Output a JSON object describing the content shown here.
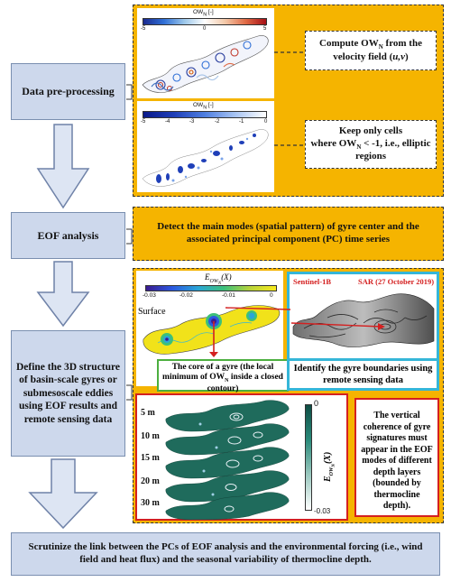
{
  "steps": {
    "preprocessing": "Data pre-processing",
    "eof": "EOF analysis",
    "structure": "Define the 3D structure of basin-scale gyres or submesoscale eddies using EOF results and remote sensing data",
    "scrutinize": "Scrutinize the link between the PCs of EOF analysis and the environmental forcing (i.e., wind field and heat flux) and the seasonal variability of thermocline depth."
  },
  "notes": {
    "compute_ow": "Compute OW_N from the velocity field (u,v)",
    "compute_ow_main": "Compute OW",
    "compute_ow_sub": "N",
    "compute_ow_rest": " from the",
    "compute_ow_line2": "velocity field (",
    "compute_ow_uv": "u,v",
    "compute_ow_end": ")",
    "keep_cells_l1": "Keep only cells",
    "keep_cells_l2a": "where OW",
    "keep_cells_l2sub": "N",
    "keep_cells_l2b": " < -1, i.e., elliptic",
    "keep_cells_l3": "regions",
    "eof_detect": "Detect the main modes (spatial pattern) of gyre center and the associated principal component (PC) time series",
    "core_a": "The core of a gyre (the local minimum of OW",
    "core_sub": "N",
    "core_b": " inside a closed contour)",
    "identify": "Identify the gyre boundaries using remote sensing data",
    "vertical": "The vertical coherence of gyre signatures must appear in the EOF modes of different depth layers (bounded by thermocline depth)."
  },
  "colorbar1": {
    "title": "OW",
    "title_sub": "N",
    "title_unit": " [-]",
    "ticks": [
      "-5",
      "0",
      "5"
    ]
  },
  "colorbar2": {
    "title": "OW",
    "title_sub": "N",
    "title_unit": " [-]",
    "ticks": [
      "-5",
      "-4",
      "-3",
      "-2",
      "-1",
      "0"
    ]
  },
  "colorbar3": {
    "ticks": [
      "-0.03",
      "-0.02",
      "-0.01",
      "0"
    ]
  },
  "colorbar4": {
    "ticks": [
      "0",
      "-0.03"
    ]
  },
  "surface_label": "Surface",
  "sar": {
    "sentinel": "Sentinel-1B",
    "sar_date": "SAR (27 October 2019)"
  },
  "depths": [
    "5 m",
    "10 m",
    "15 m",
    "20 m",
    "30 m"
  ],
  "colors": {
    "orange": "#f5b400",
    "step_fill": "#cdd8ec",
    "green": "#4caf3f",
    "cyan": "#35b6d8",
    "red": "#d42020",
    "teal": "#1f6b5c"
  }
}
